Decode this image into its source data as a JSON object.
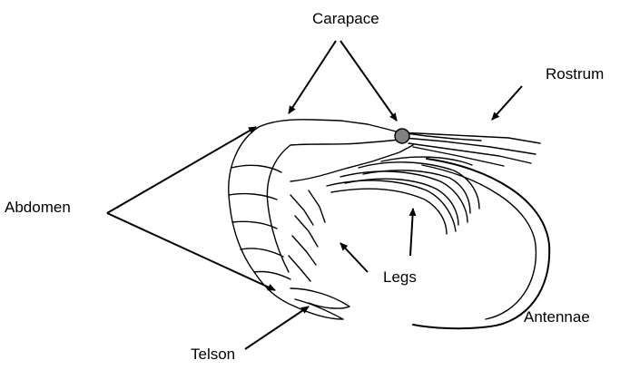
{
  "labels": {
    "carapace": "Carapace",
    "rostrum": "Rostrum",
    "abdomen": "Abdomen",
    "legs": "Legs",
    "antennae": "Antennae",
    "telson": "Telson"
  },
  "colors": {
    "line": "#000000",
    "eye": "#808080",
    "background": "#ffffff"
  }
}
